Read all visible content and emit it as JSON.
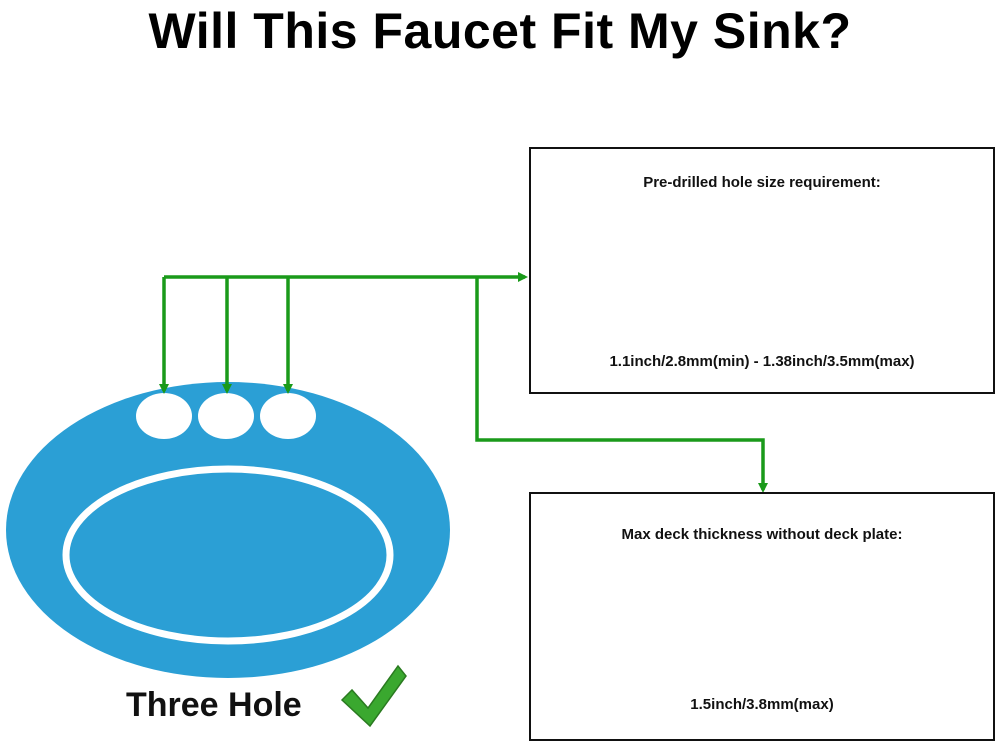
{
  "title": "Will This Faucet Fit My Sink?",
  "sink": {
    "label": "Three Hole",
    "hole_count": 3,
    "color": "#2b9fd5",
    "check_icon": "checkmark-icon"
  },
  "hole_requirement": {
    "heading": "Pre-drilled hole size requirement:",
    "range": "1.1inch/2.8mm(min) - 1.38inch/3.5mm(max)"
  },
  "deck_thickness": {
    "heading": "Max deck thickness without deck plate:",
    "range": "1.5inch/3.8mm(max)"
  },
  "colors": {
    "arrow": "#1a9a1a",
    "sink": "#2b9fd5",
    "hole_light": "#d4d4d4",
    "hole_dark": "#8a8a8a",
    "check": "#3aa82f"
  }
}
